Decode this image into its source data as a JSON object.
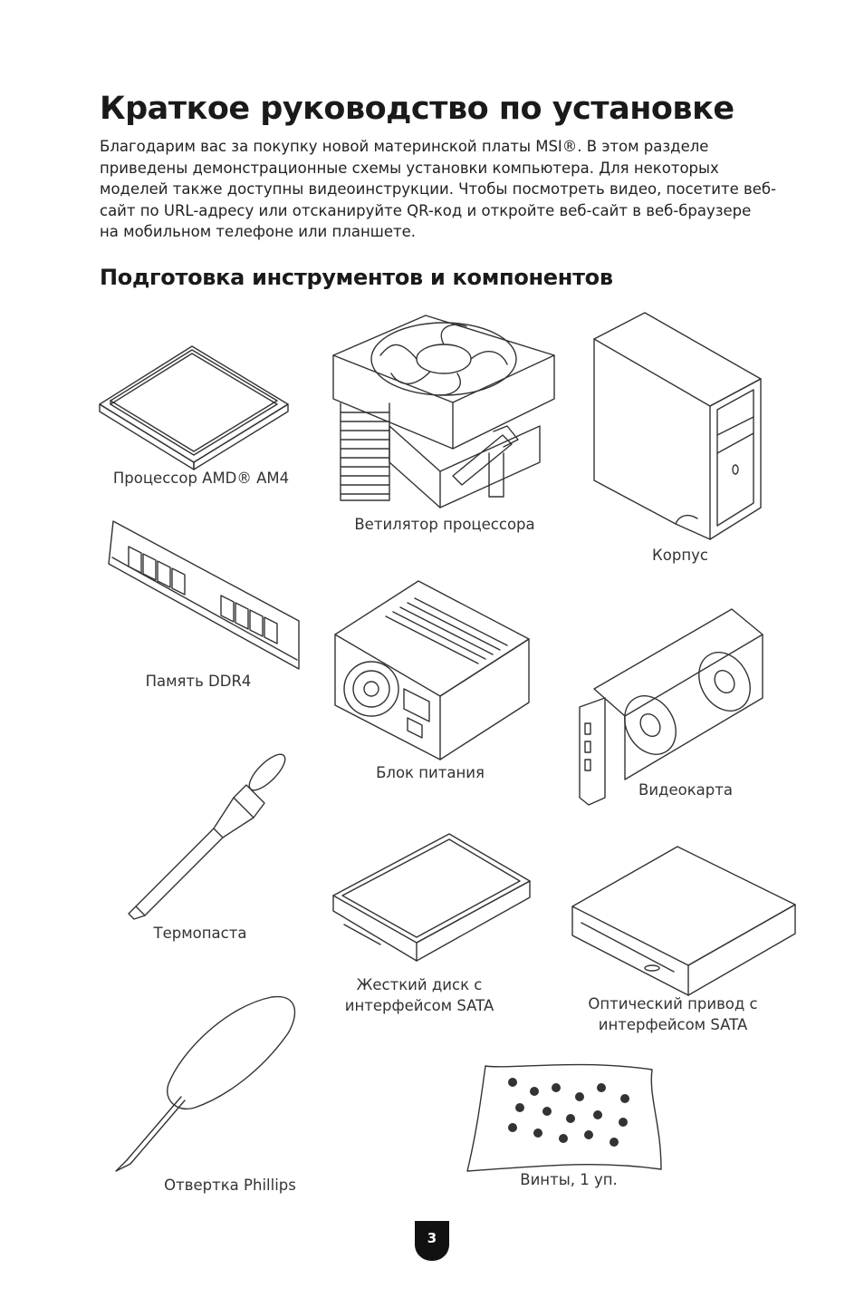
{
  "title": "Краткое руководство по установке",
  "intro": [
    "Благодарим вас за покупку новой материнской платы MSI®. В этом разделе",
    "приведены демонстрационные схемы установки компьютера. Для некоторых",
    "моделей также доступны видеоинструкции. Чтобы посмотреть видео, посетите веб-",
    "сайт по URL-адресу или отсканируйте QR-код и откройте веб-сайт в веб-браузере",
    "на мобильном телефоне или планшете."
  ],
  "subtitle": "Подготовка инструментов и компонентов",
  "components": {
    "cpu": "Процессор AMD® AM4",
    "cooler": "Ветилятор процессора",
    "case": "Корпус",
    "memory": "Память DDR4",
    "psu": "Блок питания",
    "gpu": "Видеокарта",
    "thermal_paste": "Термопаста",
    "hdd": [
      "Жесткий диск с",
      "интерфейсом SATA"
    ],
    "odd": [
      "Оптический привод с",
      "интерфейсом SATA"
    ],
    "screwdriver": "Отвертка Phillips",
    "screws": "Винты, 1 уп."
  },
  "page_number": "3"
}
